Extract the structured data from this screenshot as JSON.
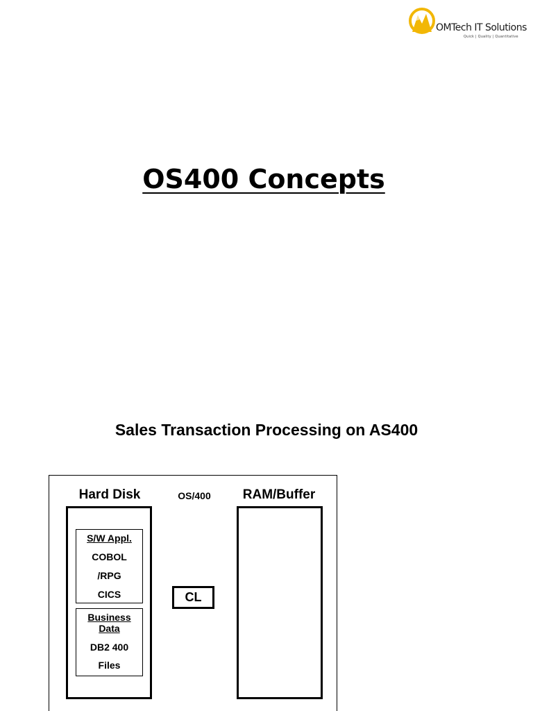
{
  "logo": {
    "name": "OMTech IT Solutions",
    "tagline": "Quick | Quality | Quantitative",
    "brand_color": "#f2b705"
  },
  "title": "OS400 Concepts",
  "section_heading": "Sales Transaction Processing on AS400",
  "diagram": {
    "hard_disk_label": "Hard Disk",
    "os_label": "OS/400",
    "ram_label": "RAM/Buffer",
    "cl_label": "CL",
    "sw_box": {
      "heading": "S/W Appl.",
      "items": [
        "COBOL",
        "/RPG",
        "CICS"
      ]
    },
    "business_box": {
      "heading_line1": "Business",
      "heading_line2": "Data",
      "items": [
        "DB2 400",
        "Files"
      ]
    }
  }
}
